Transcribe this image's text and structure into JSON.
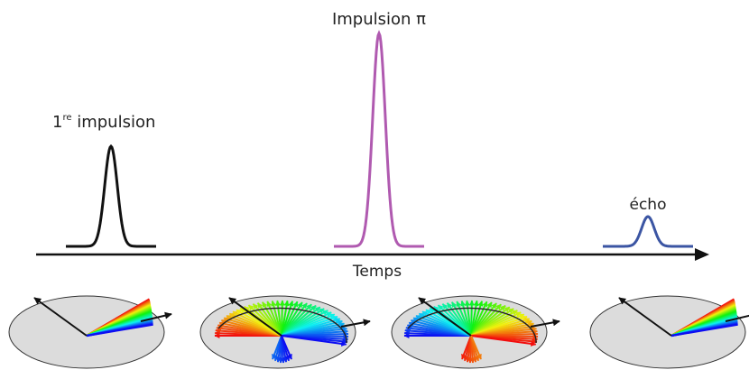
{
  "labels": {
    "first_pulse": "1",
    "first_pulse_sup": "re",
    "first_pulse_rest": " impulsion",
    "pi_pulse": "Impulsion π",
    "echo": "écho",
    "time_axis": "Temps"
  },
  "pulses": [
    {
      "id": "first",
      "color": "#111111",
      "relative_height": 0.47
    },
    {
      "id": "pi",
      "color": "#b05ab0",
      "relative_height": 1.0
    },
    {
      "id": "echo",
      "color": "#3b55a3",
      "relative_height": 0.14
    }
  ],
  "colors": {
    "axis": "#111111",
    "disk_fill": "#dcdcdc",
    "disk_stroke": "#333333",
    "black_vector": "#111111"
  },
  "spin_panels": [
    {
      "id": "panel-1",
      "fan": "narrow-red-to-blue"
    },
    {
      "id": "panel-2",
      "fan": "wide-red-to-blue"
    },
    {
      "id": "panel-3",
      "fan": "wide-blue-to-red"
    },
    {
      "id": "panel-4",
      "fan": "narrow-red-to-blue"
    }
  ]
}
